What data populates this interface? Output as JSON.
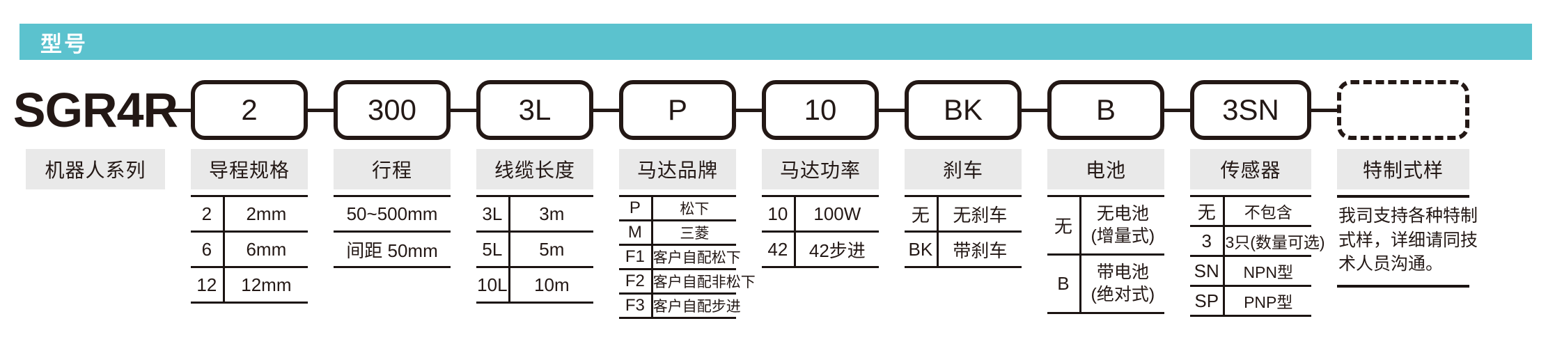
{
  "header": {
    "title": "型号"
  },
  "model": {
    "prefix": "SGR4R"
  },
  "colors": {
    "teal": "#5BC2CE",
    "label_bg": "#E9E9E9",
    "ink": "#231815"
  },
  "columns": [
    {
      "label": "机器人系列"
    },
    {
      "code": "2",
      "label": "导程规格",
      "rows": [
        {
          "code": "2",
          "desc": "2mm"
        },
        {
          "code": "6",
          "desc": "6mm"
        },
        {
          "code": "12",
          "desc": "12mm"
        }
      ]
    },
    {
      "code": "300",
      "label": "行程",
      "rows": [
        {
          "desc": "50~500mm"
        },
        {
          "desc": "间距 50mm"
        }
      ]
    },
    {
      "code": "3L",
      "label": "线缆长度",
      "rows": [
        {
          "code": "3L",
          "desc": "3m"
        },
        {
          "code": "5L",
          "desc": "5m"
        },
        {
          "code": "10L",
          "desc": "10m"
        }
      ]
    },
    {
      "code": "P",
      "label": "马达品牌",
      "rows": [
        {
          "code": "P",
          "desc": "松下"
        },
        {
          "code": "M",
          "desc": "三菱"
        },
        {
          "code": "F1",
          "desc": "客户自配松下"
        },
        {
          "code": "F2",
          "desc": "客户自配非松下"
        },
        {
          "code": "F3",
          "desc": "客户自配步进"
        }
      ]
    },
    {
      "code": "10",
      "label": "马达功率",
      "rows": [
        {
          "code": "10",
          "desc": "100W"
        },
        {
          "code": "42",
          "desc": "42步进"
        }
      ]
    },
    {
      "code": "BK",
      "label": "刹车",
      "rows": [
        {
          "code": "无",
          "desc": "无刹车"
        },
        {
          "code": "BK",
          "desc": "带刹车"
        }
      ]
    },
    {
      "code": "B",
      "label": "电池",
      "rows": [
        {
          "code": "无",
          "desc": "无电池",
          "desc2": "(增量式)"
        },
        {
          "code": "B",
          "desc": "带电池",
          "desc2": "(绝对式)"
        }
      ]
    },
    {
      "code": "3SN",
      "label": "传感器",
      "rows": [
        {
          "code": "无",
          "desc": "不包含"
        },
        {
          "code": "3",
          "desc": "3只(数量可选)"
        },
        {
          "code": "SN",
          "desc": "NPN型"
        },
        {
          "code": "SP",
          "desc": "PNP型"
        }
      ]
    },
    {
      "label": "特制式样",
      "note_lines": [
        "我司支持各种特制",
        "式样，详细请同技",
        "术人员沟通。"
      ]
    }
  ]
}
